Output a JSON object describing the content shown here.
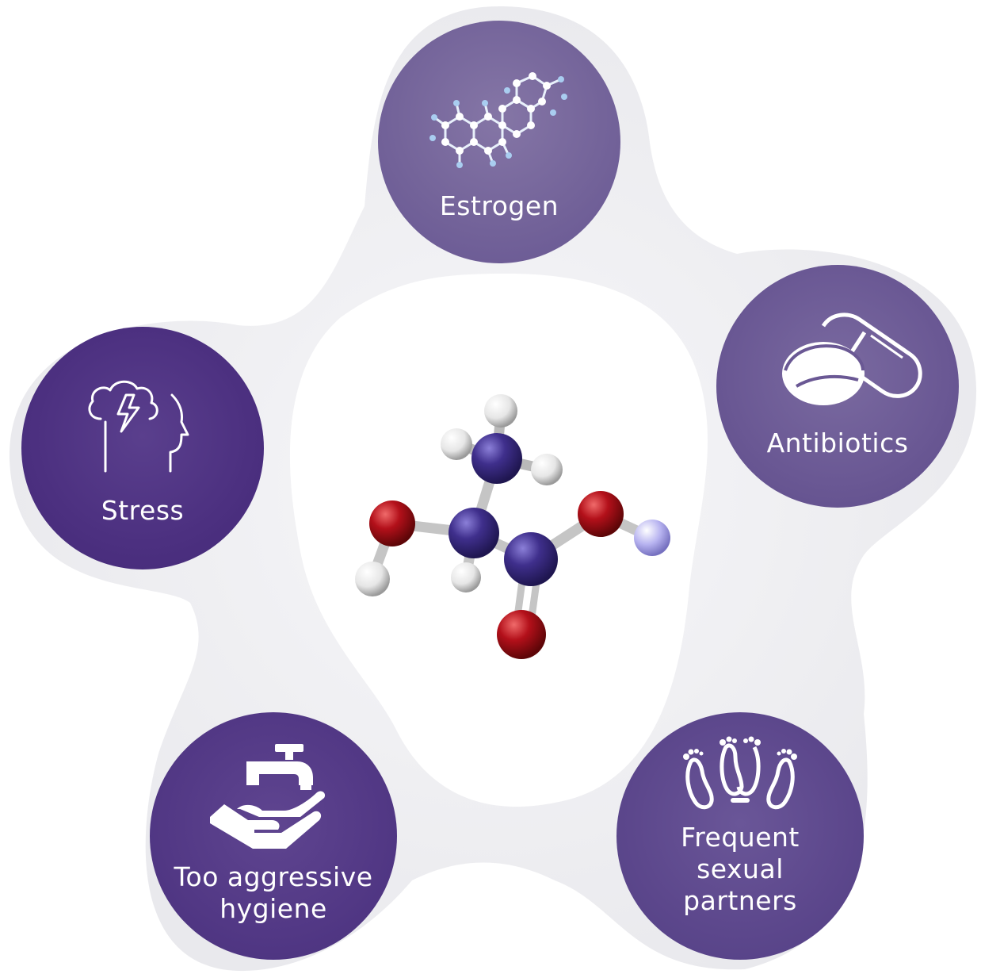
{
  "diagram": {
    "center_icon": "molecule-3d-icon",
    "nodes": [
      {
        "id": "estrogen",
        "label": "Estrogen",
        "icon": "steroid-molecule-icon"
      },
      {
        "id": "antibiotics",
        "label": "Antibiotics",
        "icon": "pills-icon"
      },
      {
        "id": "stress",
        "label": "Stress",
        "icon": "head-storm-icon"
      },
      {
        "id": "hygiene",
        "label": "Too aggressive\nhygiene",
        "icon": "tap-hand-icon"
      },
      {
        "id": "sexual",
        "label": "Frequent\nsexual\npartners",
        "icon": "footprints-icon"
      }
    ]
  },
  "colors": {
    "blob": "#ededf0",
    "center": "#ffffff",
    "node_dark": "#4c3080",
    "node_light": "#74649a",
    "atom_purple": "#3f2f8c",
    "atom_red": "#b3101a",
    "atom_white": "#f2f2f2",
    "atom_lavender": "#b7b3f0"
  }
}
